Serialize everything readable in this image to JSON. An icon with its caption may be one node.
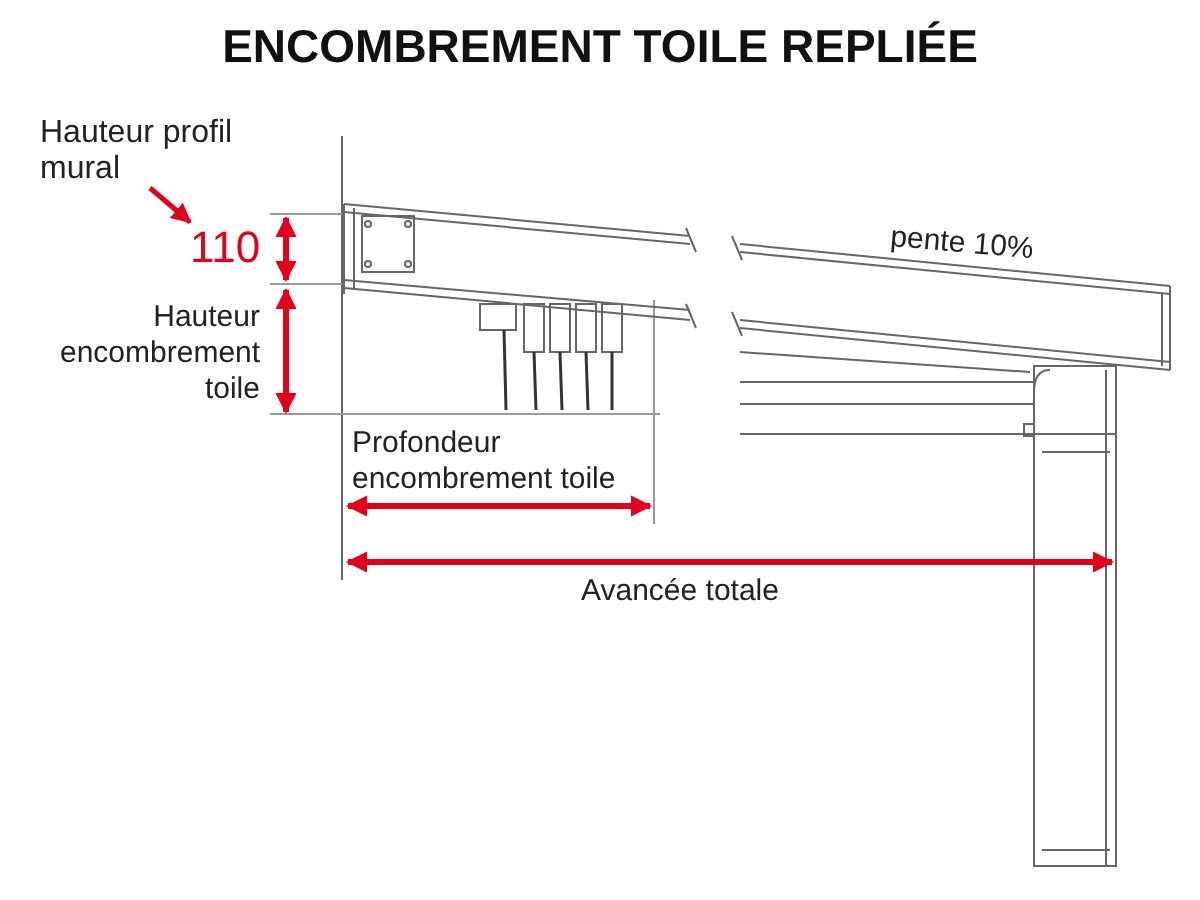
{
  "diagram": {
    "title": "ENCOMBREMENT TOILE REPLIÉE",
    "nodes": [
      {
        "text": [
          "Hauteur profil mural"
        ]
      },
      {
        "text": [
          "110"
        ]
      }
    ],
    "edges": [
      {
        "from": 0,
        "to": 1,
        "arrow": "to"
      }
    ],
    "labels": [
      "Hauteur encombrement toile",
      "pente 10%",
      "Profondeur encombrement toile",
      "Avancée totale"
    ]
  }
}
